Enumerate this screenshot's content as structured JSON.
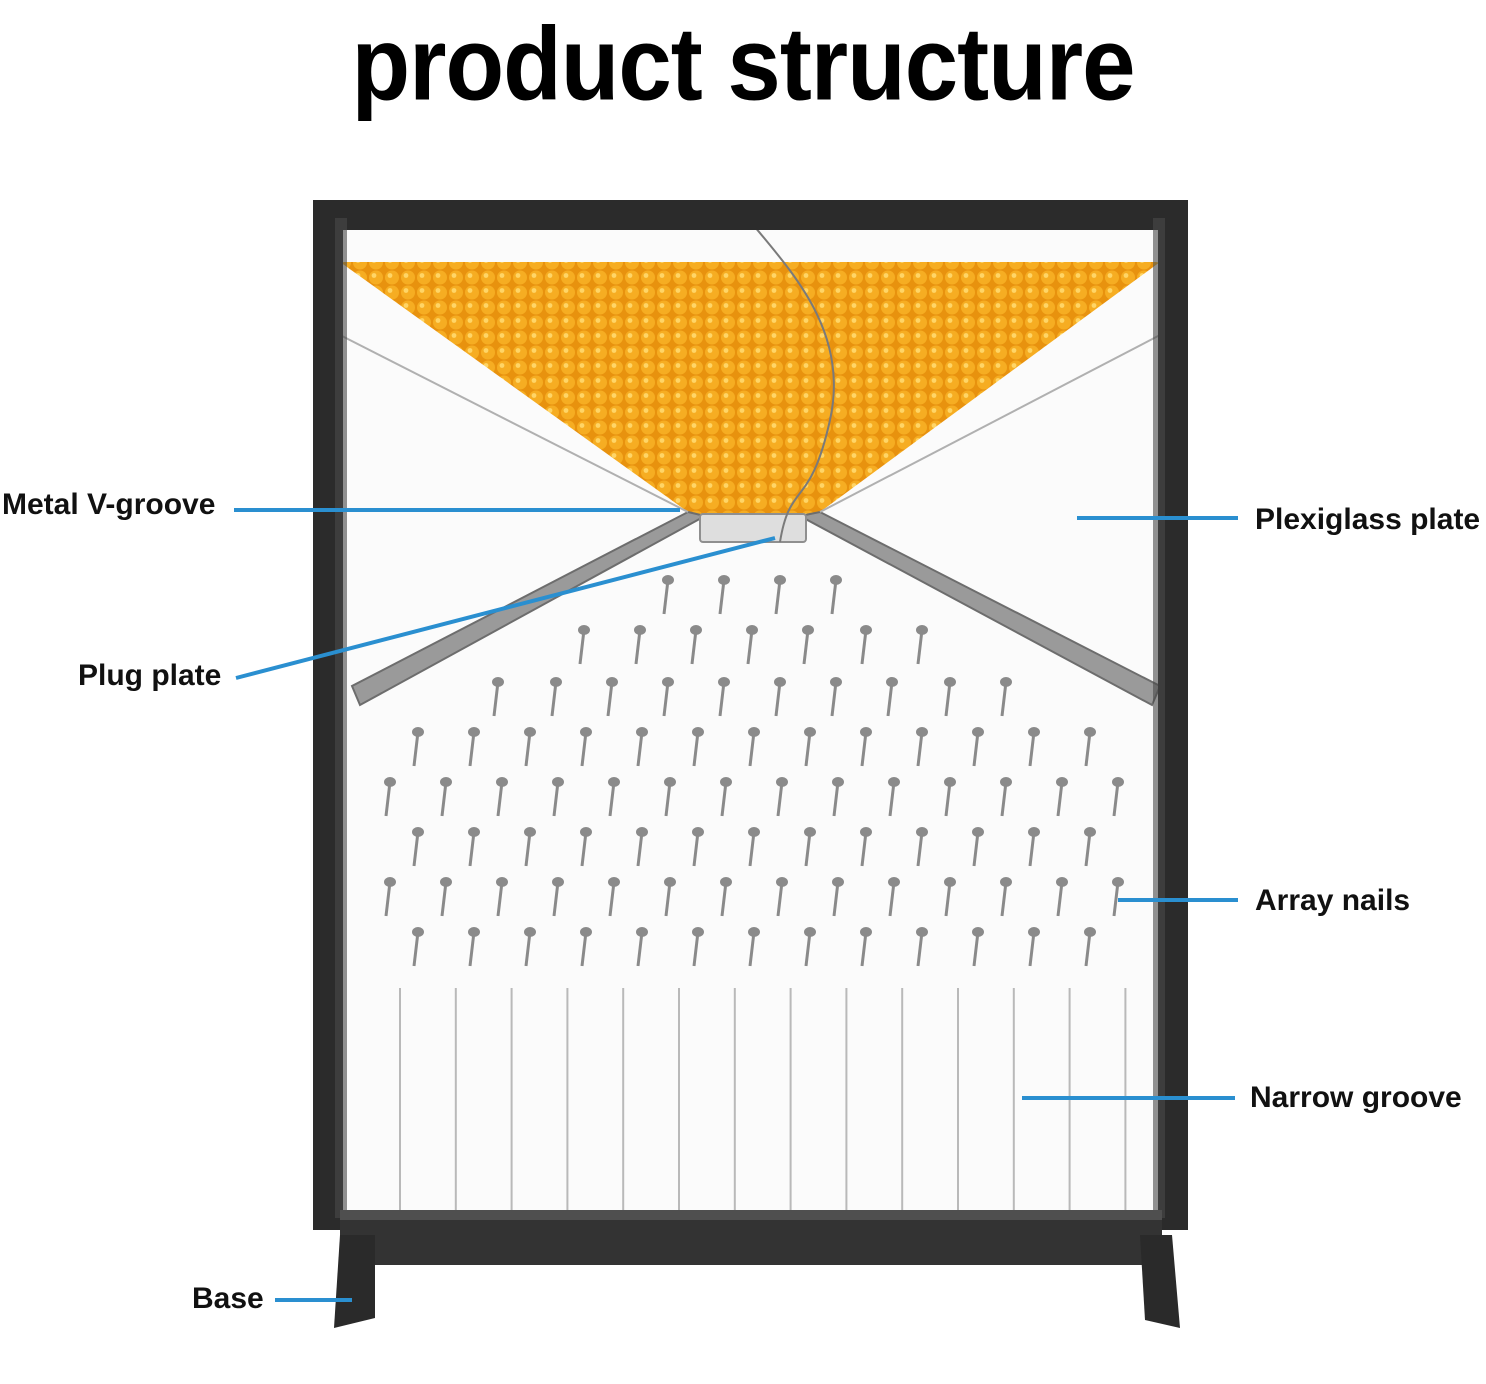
{
  "title": "product structure",
  "labels": {
    "metal_v_groove": "Metal V-groove",
    "plug_plate": "Plug plate",
    "plexiglass_plate": "Plexiglass plate",
    "array_nails": "Array nails",
    "narrow_groove": "Narrow groove",
    "base": "Base"
  },
  "colors": {
    "frame": "#2b2b2b",
    "beads": "#f5a81c",
    "bead_highlight": "#ffd45a",
    "leader_line": "#2a8fd0",
    "nail": "#8a8a8a",
    "groove_divider": "#b9b9b9"
  }
}
